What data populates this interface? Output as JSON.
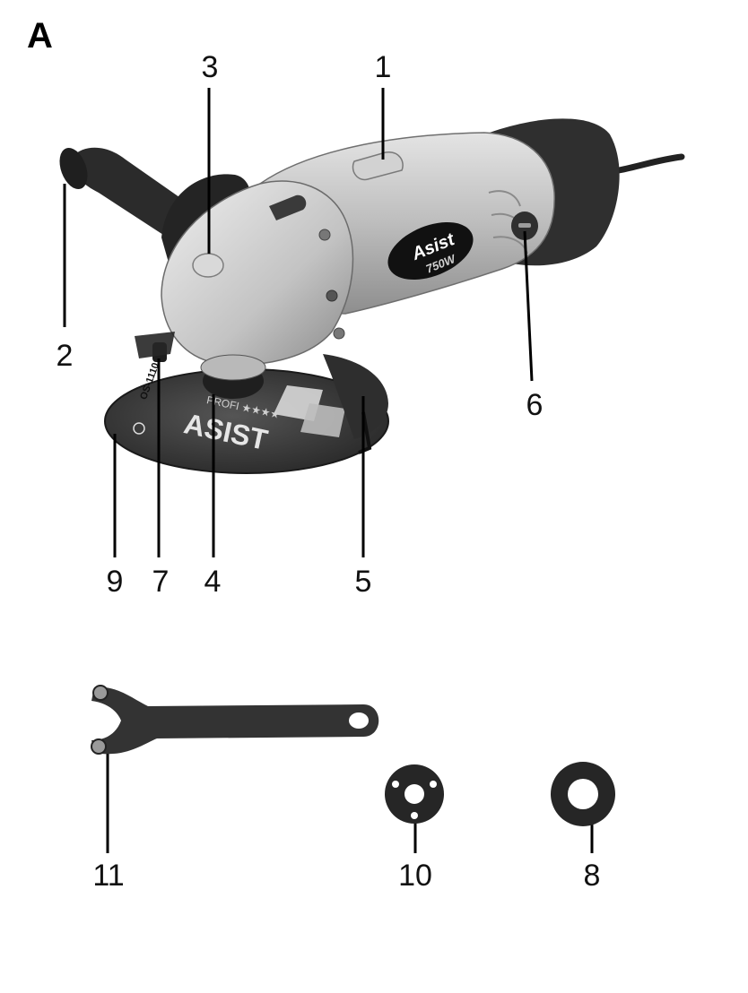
{
  "figure_letter": "A",
  "callouts": {
    "c1": "1",
    "c2": "2",
    "c3": "3",
    "c4": "4",
    "c5": "5",
    "c6": "6",
    "c7": "7",
    "c8": "8",
    "c9": "9",
    "c10": "10",
    "c11": "11"
  },
  "brand": {
    "logo_text": "Asist",
    "power_label": "750W",
    "disc_brand": "ASIST",
    "disc_line": "PROFI ★★★★",
    "disc_code": "OS-1110"
  },
  "colors": {
    "body_silver": "#c7c7c7",
    "dark_rubber": "#2b2b2b",
    "disc_dark": "#3a3a3a",
    "badge_black": "#111111"
  },
  "icons": [
    "angle-grinder-illustration",
    "spanner-wrench-illustration",
    "clamping-nut-illustration",
    "flange-washer-illustration"
  ]
}
